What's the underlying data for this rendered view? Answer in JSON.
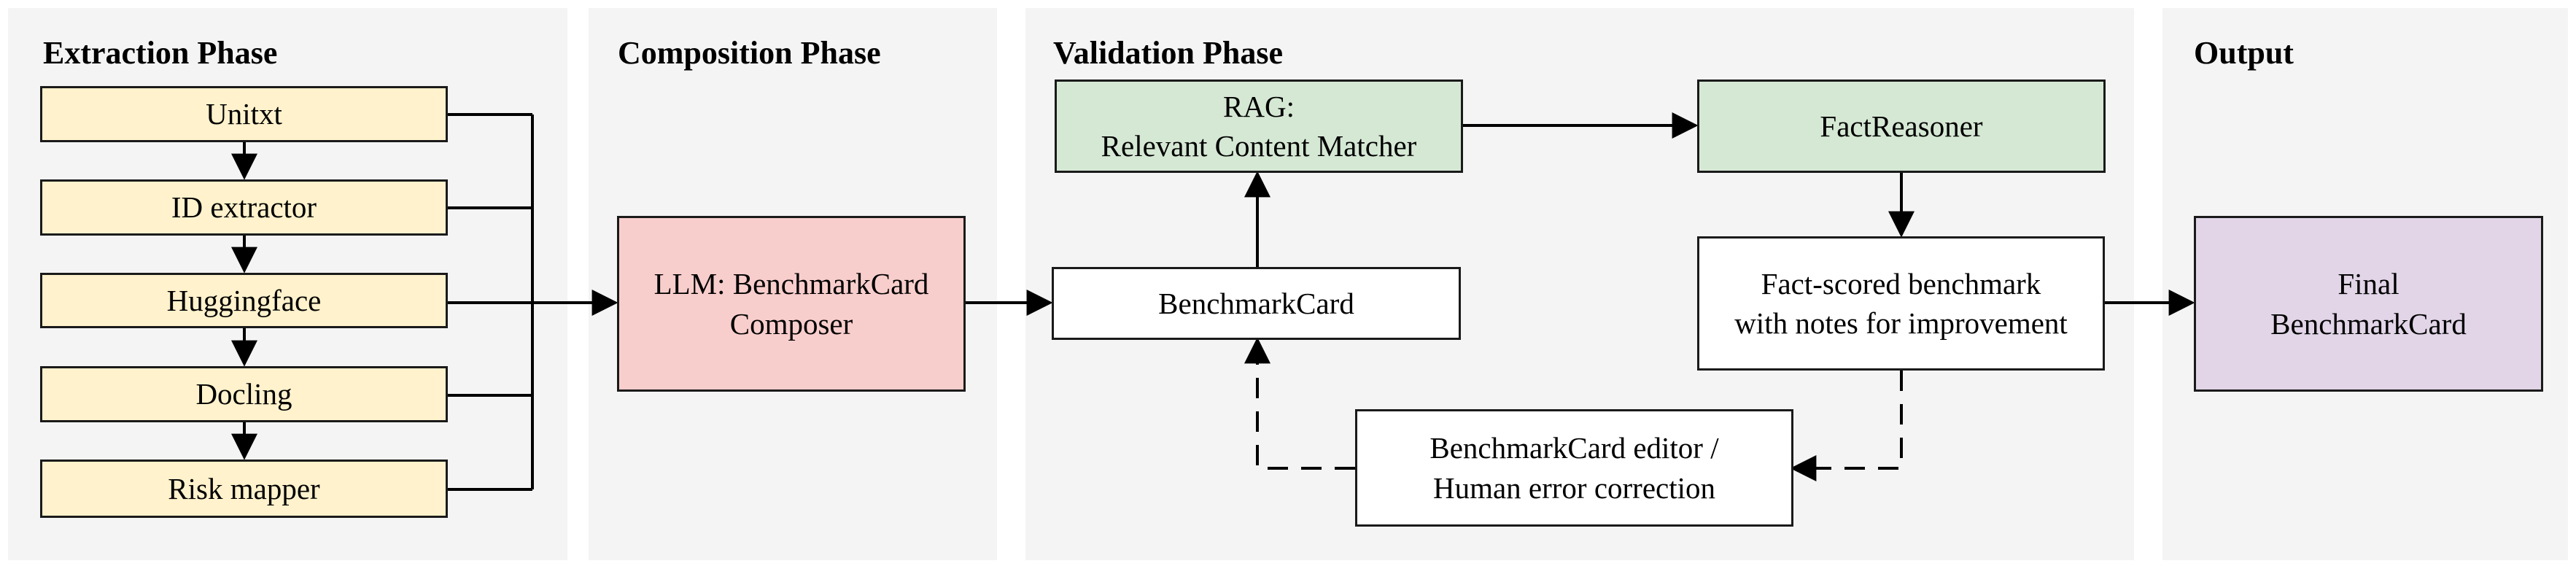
{
  "phases": {
    "extraction": "Extraction Phase",
    "composition": "Composition Phase",
    "validation": "Validation Phase",
    "output": "Output"
  },
  "extraction_sources": [
    "Unitxt",
    "ID extractor",
    "Huggingface",
    "Docling",
    "Risk mapper"
  ],
  "composer": {
    "line1": "LLM: BenchmarkCard",
    "line2": "Composer"
  },
  "rag": {
    "line1": "RAG:",
    "line2": "Relevant Content Matcher"
  },
  "fact_reasoner": "FactReasoner",
  "benchmark_card": "BenchmarkCard",
  "fact_scored": {
    "line1": "Fact-scored benchmark",
    "line2": "with notes for improvement"
  },
  "editor": {
    "line1": "BenchmarkCard editor /",
    "line2": "Human error correction"
  },
  "final": {
    "line1": "Final",
    "line2": "BenchmarkCard"
  },
  "colors": {
    "extraction": "#fff2cc",
    "composer": "#f8cecc",
    "validation": "#d5e8d4",
    "output": "#e1d5e7",
    "panel": "#f4f4f4"
  }
}
